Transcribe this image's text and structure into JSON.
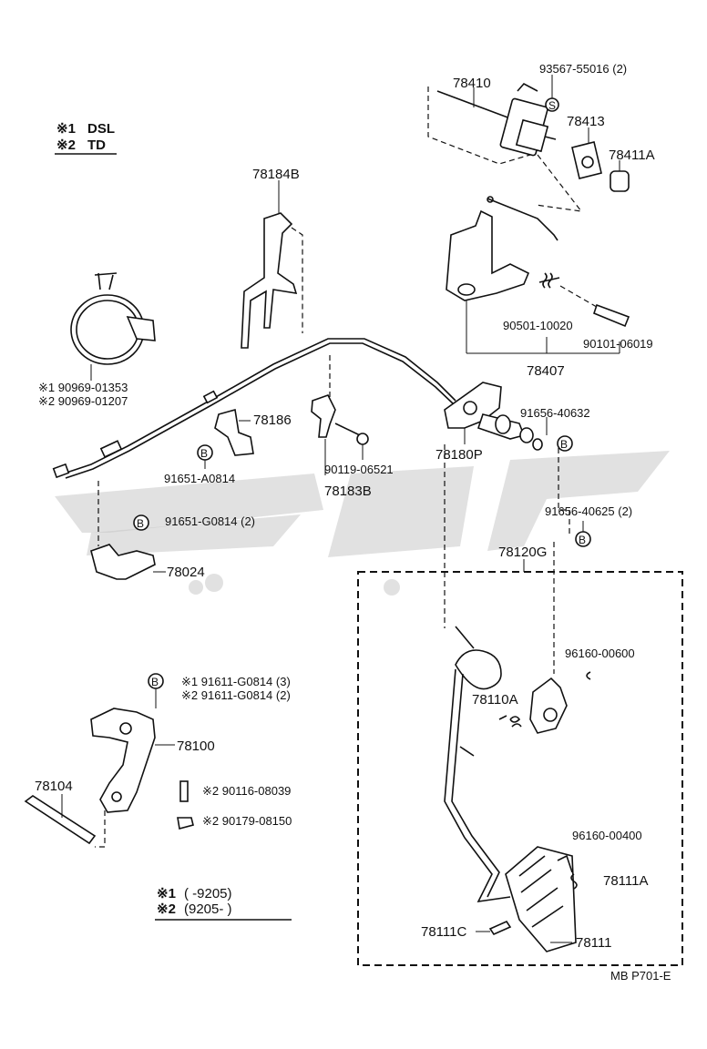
{
  "notes_top": {
    "line1_mark": "※1",
    "line1_text": "DSL",
    "line2_mark": "※2",
    "line2_text": "TD"
  },
  "notes_bottom": {
    "line1_mark": "※1",
    "line1_text": "(      -9205)",
    "line2_mark": "※2",
    "line2_text": "(9205-      )"
  },
  "diagram_code": "MB P701-E",
  "bolt_symbol": "B",
  "screw_symbol": "S",
  "labels": {
    "l78410": "78410",
    "l93567": "93567-55016 (2)",
    "l78413": "78413",
    "l78411A": "78411A",
    "l78184B": "78184B",
    "l90501": "90501-10020",
    "l90101": "90101-06019",
    "l78407": "78407",
    "l90969_1": "※1 90969-01353",
    "l90969_2": "※2 90969-01207",
    "l78186": "78186",
    "l91656_40632": "91656-40632",
    "l78180P": "78180P",
    "l91651_A0814": "91651-A0814",
    "l90119": "90119-06521",
    "l78183B": "78183B",
    "l91651_G0814": "91651-G0814 (2)",
    "l91656_40625": "91656-40625 (2)",
    "l78024": "78024",
    "l78120G": "78120G",
    "l96160_00600": "96160-00600",
    "l91611_1": "※1 91611-G0814 (3)",
    "l91611_2": "※2 91611-G0814 (2)",
    "l78110A": "78110A",
    "l78100": "78100",
    "l78104": "78104",
    "l90116": "※2 90116-08039",
    "l90179": "※2 90179-08150",
    "l96160_00400": "96160-00400",
    "l78111A": "78111A",
    "l78111C": "78111C",
    "l78111": "78111"
  }
}
